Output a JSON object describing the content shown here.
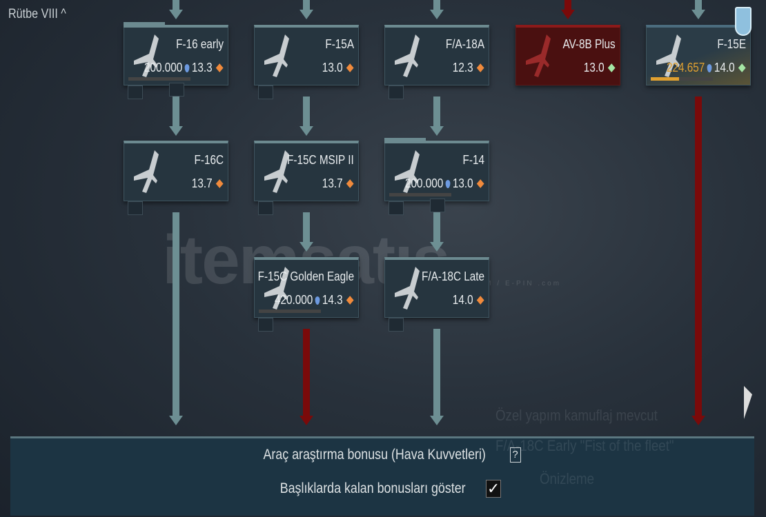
{
  "header": {
    "rank_label": "Rütbe VIII ^"
  },
  "cards": [
    {
      "id": "f16-early",
      "name": "F-16 early",
      "rp": "200.000",
      "br": "13.3",
      "br_type": "orange",
      "progress": 0,
      "style": "normal",
      "folder": true
    },
    {
      "id": "f15a",
      "name": "F-15A",
      "br": "13.0",
      "br_type": "orange",
      "style": "normal"
    },
    {
      "id": "fa18a",
      "name": "F/A-18A",
      "br": "12.3",
      "br_type": "orange",
      "style": "normal"
    },
    {
      "id": "av8b-plus",
      "name": "AV-8B Plus",
      "br": "13.0",
      "br_type": "green",
      "style": "red"
    },
    {
      "id": "f15e",
      "name": "F-15E",
      "rp": "224.657",
      "rp_gold": true,
      "br": "14.0",
      "br_type": "green",
      "progress": 0.46,
      "style": "hl"
    },
    {
      "id": "f16c",
      "name": "F-16C",
      "br": "13.7",
      "br_type": "orange",
      "style": "normal"
    },
    {
      "id": "f15c-msip",
      "name": "F-15C MSIP II",
      "br": "13.7",
      "br_type": "orange",
      "style": "normal"
    },
    {
      "id": "f14",
      "name": "F-14",
      "rp": "200.000",
      "br": "13.0",
      "br_type": "orange",
      "progress": 0,
      "style": "normal",
      "folder": true
    },
    {
      "id": "f15c-golden-eagle",
      "name": "F-15C Golden Eagle",
      "rp": "420.000",
      "br": "14.3",
      "br_type": "orange",
      "progress": 0,
      "style": "normal"
    },
    {
      "id": "fa18c-late",
      "name": "F/A-18C Late",
      "br": "14.0",
      "br_type": "orange",
      "style": "normal"
    }
  ],
  "overlay": {
    "camo_available": "Özel yapım kamuflaj mevcut",
    "camo_name": "F/A-18C Early \"Fist of the fleet\"",
    "preview": "Önizleme"
  },
  "watermark": {
    "text": "itemsatış",
    "sub": "HESAP / SKIN / ITEM / E-PIN  .com"
  },
  "footer": {
    "bonus_label": "Araç araştırma bonusu (Hava Kuvvetleri)",
    "help": "?",
    "show_bonus_label": "Başlıklarda kalan bonusları göster",
    "checked": "✓"
  }
}
